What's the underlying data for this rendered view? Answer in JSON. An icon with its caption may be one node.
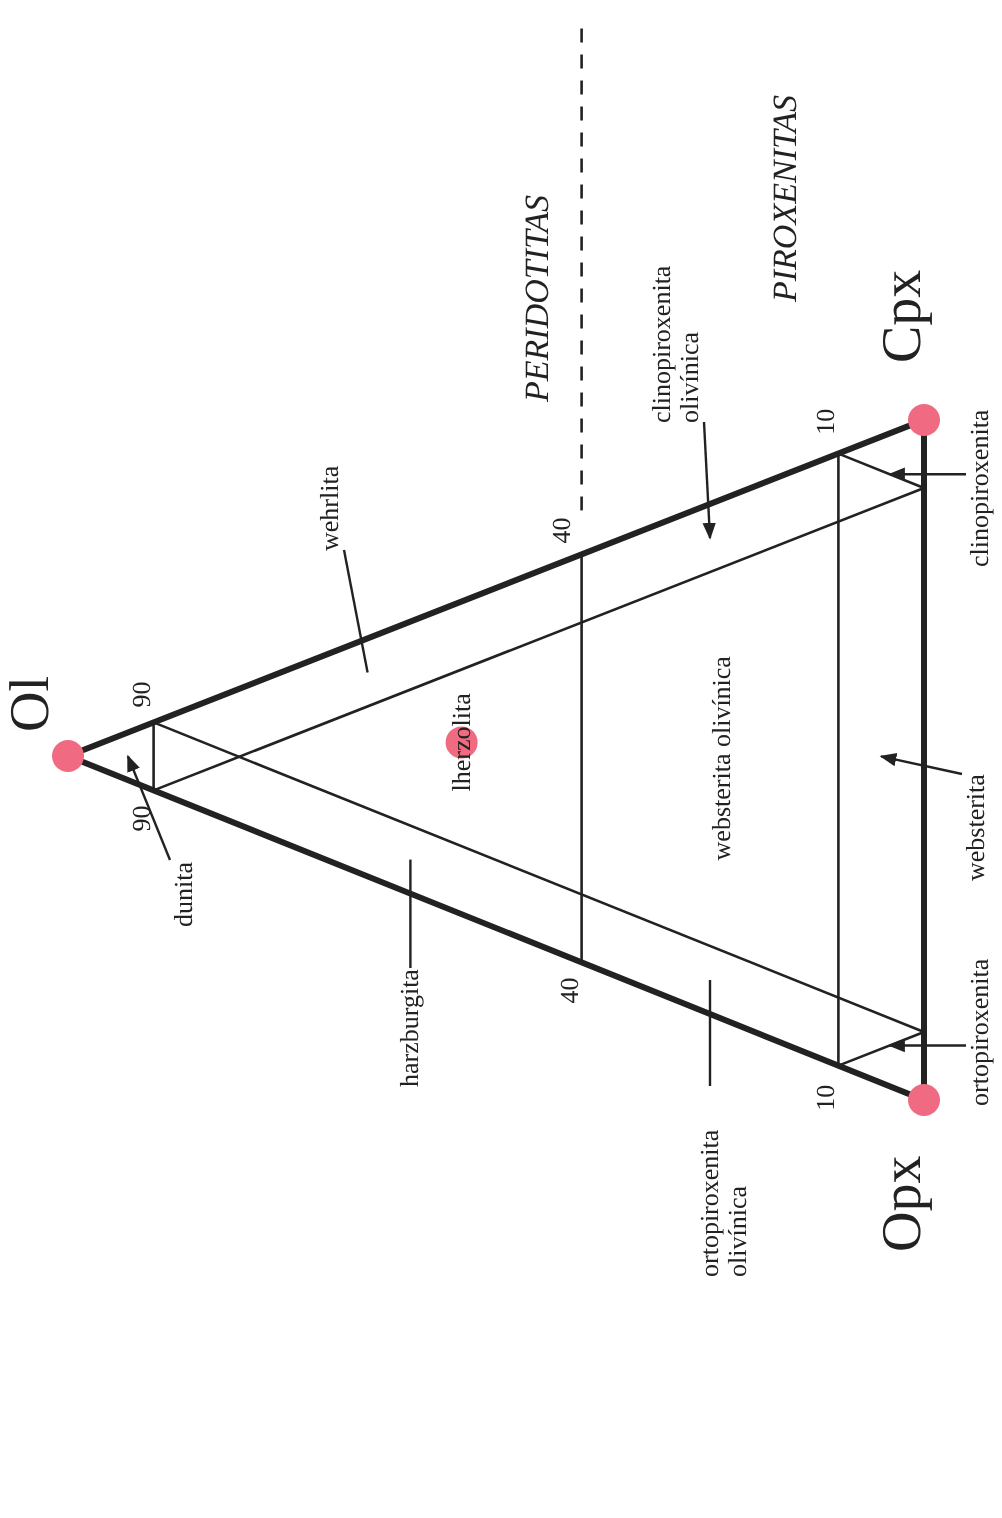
{
  "diagram": {
    "nodes": [
      {
        "text": [
          "dunita"
        ]
      },
      {
        "text": [
          "harzburgita"
        ]
      },
      {
        "text": [
          "wehrlita"
        ]
      },
      {
        "text": [
          "clinopiroxenita olivínica"
        ]
      },
      {
        "text": [
          "ortopiroxenita olivínica"
        ]
      },
      {
        "text": [
          "websterita"
        ]
      },
      {
        "text": [
          "clinopiroxenita"
        ]
      },
      {
        "text": [
          "ortopiroxenita"
        ]
      }
    ],
    "edges": [
      {
        "from": 0,
        "to": null,
        "arrow": "to"
      },
      {
        "from": 1,
        "to": null,
        "arrow": "none"
      },
      {
        "from": 2,
        "to": null,
        "arrow": "none"
      },
      {
        "from": 3,
        "to": null,
        "arrow": "to"
      },
      {
        "from": 4,
        "to": null,
        "arrow": "none"
      },
      {
        "from": 5,
        "to": null,
        "arrow": "to"
      },
      {
        "from": 6,
        "to": null,
        "arrow": "to"
      },
      {
        "from": 7,
        "to": null,
        "arrow": "to"
      }
    ],
    "labels": [
      "Ol",
      "90",
      "90",
      "PERIDOTITAS",
      "40",
      "40",
      "lherzolita",
      "websterita olivínica",
      "PIROXENITAS",
      "10",
      "10",
      "Cpx",
      "Opx"
    ]
  }
}
